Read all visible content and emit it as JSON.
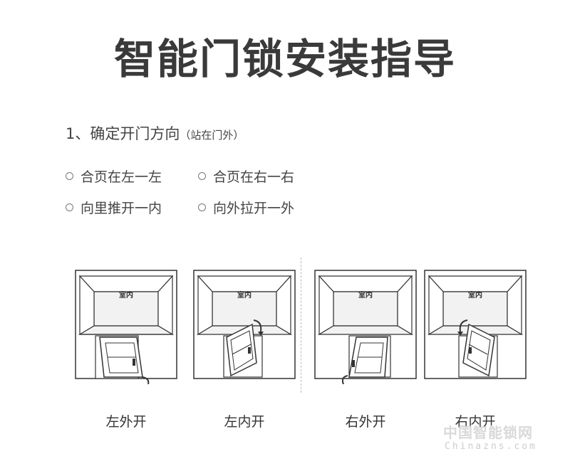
{
  "title": "智能门锁安装指导",
  "step": {
    "label": "1、确定开门方向",
    "note": "（站在门外）"
  },
  "options": [
    {
      "text": "合页在左一左"
    },
    {
      "text": "合页在右一右"
    },
    {
      "text": "向里推开一内"
    },
    {
      "text": "向外拉开一外"
    }
  ],
  "rooms": [
    {
      "inside_label": "室内",
      "caption": "左外开"
    },
    {
      "inside_label": "室内",
      "caption": "左内开"
    },
    {
      "inside_label": "室内",
      "caption": "右外开"
    },
    {
      "inside_label": "室内",
      "caption": "右内开"
    }
  ],
  "watermark": {
    "cn": "中国智能锁网",
    "en": "Chinazns.com"
  },
  "colors": {
    "line": "#333333",
    "wall": "#ffffff",
    "floor": "#f2f2f2"
  }
}
